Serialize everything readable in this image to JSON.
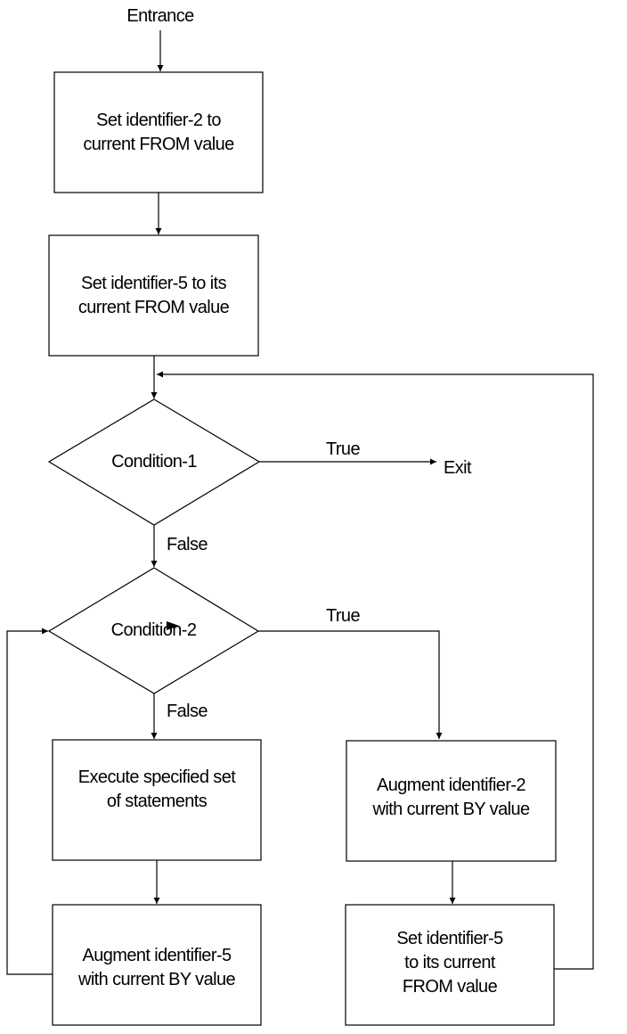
{
  "entrance": "Entrance",
  "exit": "Exit",
  "nodes": {
    "set_id2": "Set identifier-2 to\ncurrent FROM value",
    "set_id5": "Set identifier-5 to its\ncurrent FROM value",
    "condition1": "Condition-1",
    "condition2": "Condition-2",
    "execute": "Execute specified set\nof statements",
    "augment_id5": "Augment identifier-5\nwith current BY value",
    "augment_id2": "Augment identifier-2\nwith current BY value",
    "set_id5_from": "Set identifier-5\nto its current\nFROM value"
  },
  "edges": {
    "cond1_true": "True",
    "cond1_false": "False",
    "cond2_true": "True",
    "cond2_false": "False"
  }
}
